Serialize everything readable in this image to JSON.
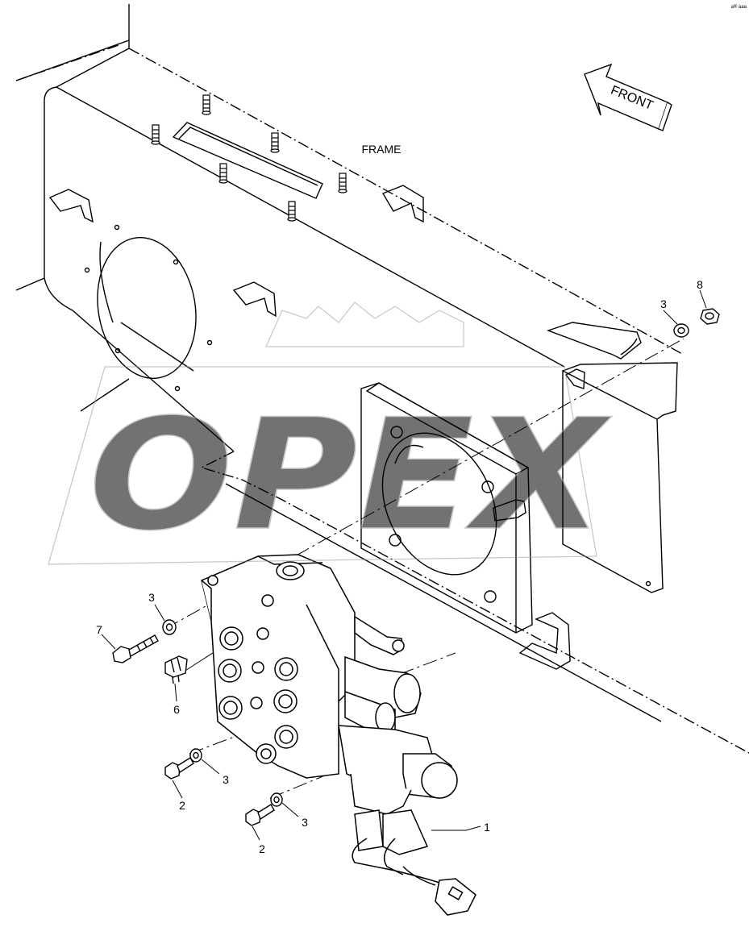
{
  "diagram": {
    "frame_label": "FRAME",
    "front_label": "FRONT",
    "corner_mark": "a® aaa",
    "watermark": "OPEX"
  },
  "callouts": [
    {
      "id": "c1",
      "label": "1"
    },
    {
      "id": "c2a",
      "label": "2"
    },
    {
      "id": "c2b",
      "label": "2"
    },
    {
      "id": "c3a",
      "label": "3"
    },
    {
      "id": "c3b",
      "label": "3"
    },
    {
      "id": "c3c",
      "label": "3"
    },
    {
      "id": "c3d",
      "label": "3"
    },
    {
      "id": "c6",
      "label": "6"
    },
    {
      "id": "c7",
      "label": "7"
    },
    {
      "id": "c8",
      "label": "8"
    }
  ],
  "colors": {
    "line": "#000000",
    "watermark": "#9a9a9a",
    "background": "#ffffff"
  }
}
